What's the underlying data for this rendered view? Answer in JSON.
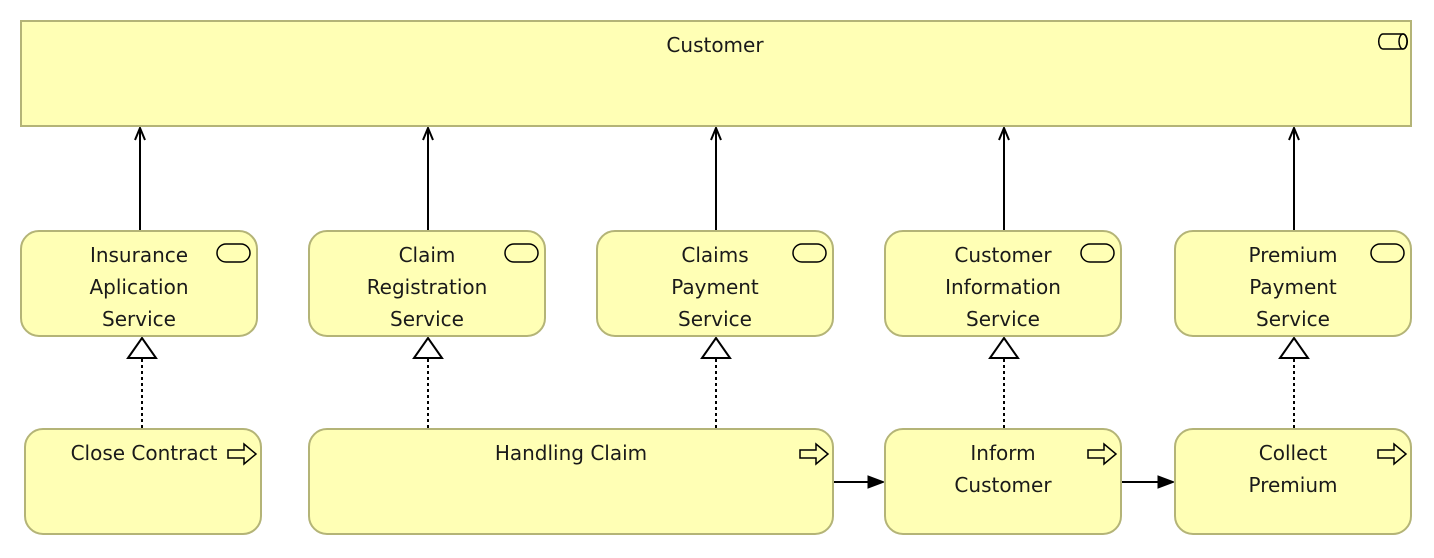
{
  "colors": {
    "fill": "#ffffb5",
    "stroke": "#b4b477",
    "line": "#000000"
  },
  "actor": {
    "label": "Customer",
    "icon": "business-role-icon"
  },
  "services": [
    {
      "id": "svc-insurance-application",
      "lines": [
        "Insurance",
        "Aplication",
        "Service"
      ],
      "icon": "business-service-icon"
    },
    {
      "id": "svc-claim-registration",
      "lines": [
        "Claim",
        "Registration",
        "Service"
      ],
      "icon": "business-service-icon"
    },
    {
      "id": "svc-claims-payment",
      "lines": [
        "Claims",
        "Payment",
        "Service"
      ],
      "icon": "business-service-icon"
    },
    {
      "id": "svc-customer-information",
      "lines": [
        "Customer",
        "Information",
        "Service"
      ],
      "icon": "business-service-icon"
    },
    {
      "id": "svc-premium-payment",
      "lines": [
        "Premium",
        "Payment",
        "Service"
      ],
      "icon": "business-service-icon"
    }
  ],
  "processes": [
    {
      "id": "proc-close-contract",
      "lines": [
        "Close Contract"
      ],
      "icon": "business-process-icon"
    },
    {
      "id": "proc-handling-claim",
      "lines": [
        "Handling Claim"
      ],
      "icon": "business-process-icon"
    },
    {
      "id": "proc-inform-customer",
      "lines": [
        "Inform",
        "Customer"
      ],
      "icon": "business-process-icon"
    },
    {
      "id": "proc-collect-premium",
      "lines": [
        "Collect",
        "Premium"
      ],
      "icon": "business-process-icon"
    }
  ],
  "relations": {
    "serving": [
      {
        "from": "svc-insurance-application",
        "to": "actor"
      },
      {
        "from": "svc-claim-registration",
        "to": "actor"
      },
      {
        "from": "svc-claims-payment",
        "to": "actor"
      },
      {
        "from": "svc-customer-information",
        "to": "actor"
      },
      {
        "from": "svc-premium-payment",
        "to": "actor"
      }
    ],
    "realization": [
      {
        "from": "proc-close-contract",
        "to": "svc-insurance-application"
      },
      {
        "from": "proc-handling-claim",
        "to": "svc-claim-registration"
      },
      {
        "from": "proc-handling-claim",
        "to": "svc-claims-payment"
      },
      {
        "from": "proc-inform-customer",
        "to": "svc-customer-information"
      },
      {
        "from": "proc-collect-premium",
        "to": "svc-premium-payment"
      }
    ],
    "triggering": [
      {
        "from": "proc-handling-claim",
        "to": "proc-inform-customer"
      },
      {
        "from": "proc-inform-customer",
        "to": "proc-collect-premium"
      }
    ]
  }
}
